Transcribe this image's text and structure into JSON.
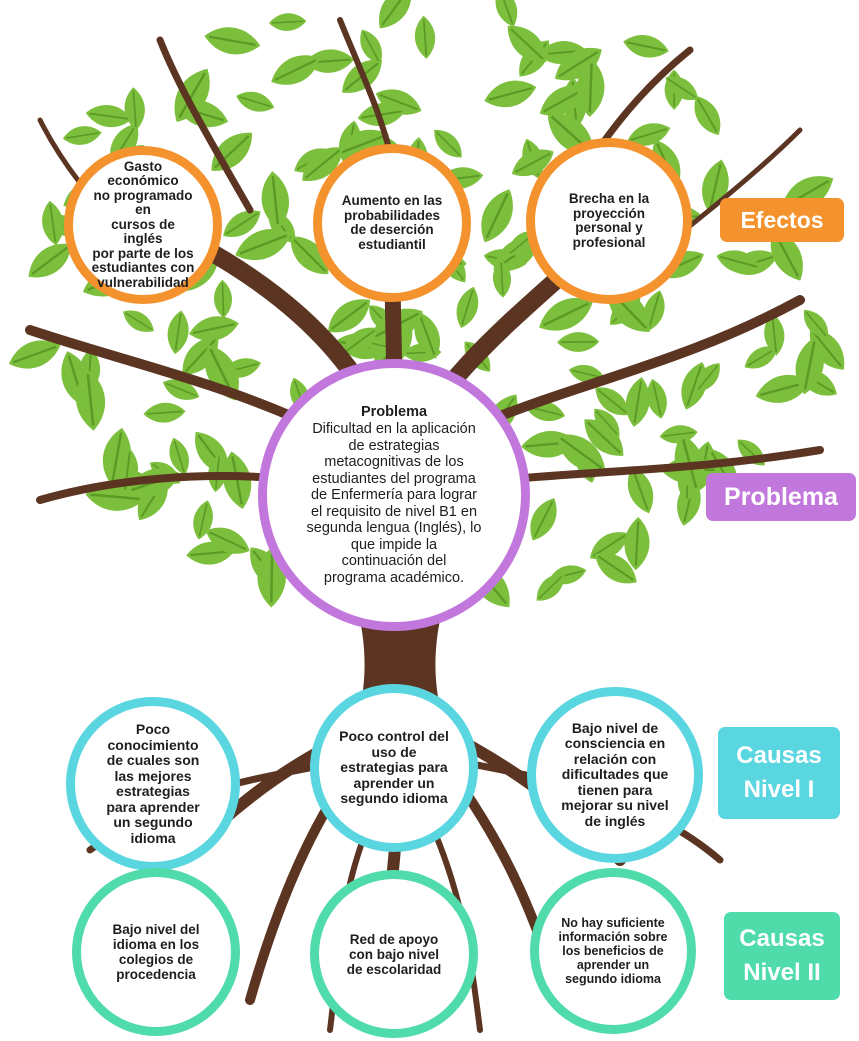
{
  "colors": {
    "effects": "#f4922e",
    "problem": "#c277dc",
    "causes_level_1": "#5ad6e0",
    "causes_level_2": "#4fdbaa",
    "trunk": "#5b3522",
    "leaf": "#7cbf3c",
    "leaf_dark": "#5c9a26"
  },
  "labels": {
    "effects": "Efectos",
    "problem": "Problema",
    "causes_level_1": "Causas\nNivel I",
    "causes_level_2": "Causas\nNivel II"
  },
  "effects": [
    "Gasto económico\nno programado en\ncursos de inglés\npor parte de los\nestudiantes con\nvulnerabilidad",
    "Aumento en las\nprobabilidades\nde deserción\nestudiantil",
    "Brecha en la\nproyección\npersonal y\nprofesional"
  ],
  "problem": {
    "title": "Problema",
    "text": "Dificultad en la aplicación\nde estrategias\nmetacognitivas de los\nestudiantes del programa\nde Enfermería para lograr\nel requisito de nivel B1 en\nsegunda lengua (Inglés), lo\nque impide la\ncontinuación del\nprograma académico."
  },
  "causes_level_1": [
    "Poco\nconocimiento\nde cuales son\nlas mejores\nestrategias\npara aprender\nun segundo\nidioma",
    "Poco control del\nuso de\nestrategias para\naprender un\nsegundo idioma",
    "Bajo nivel de\nconsciencia en\nrelación con\ndificultades que\ntienen para\nmejorar su nivel\nde inglés"
  ],
  "causes_level_2": [
    "Bajo nivel del\nidioma en los\ncolegios de\nprocedencia",
    "Red de apoyo\ncon bajo nivel\nde escolaridad",
    "No hay suficiente\ninformación sobre\nlos beneficios de\naprender un\nsegundo idioma"
  ]
}
